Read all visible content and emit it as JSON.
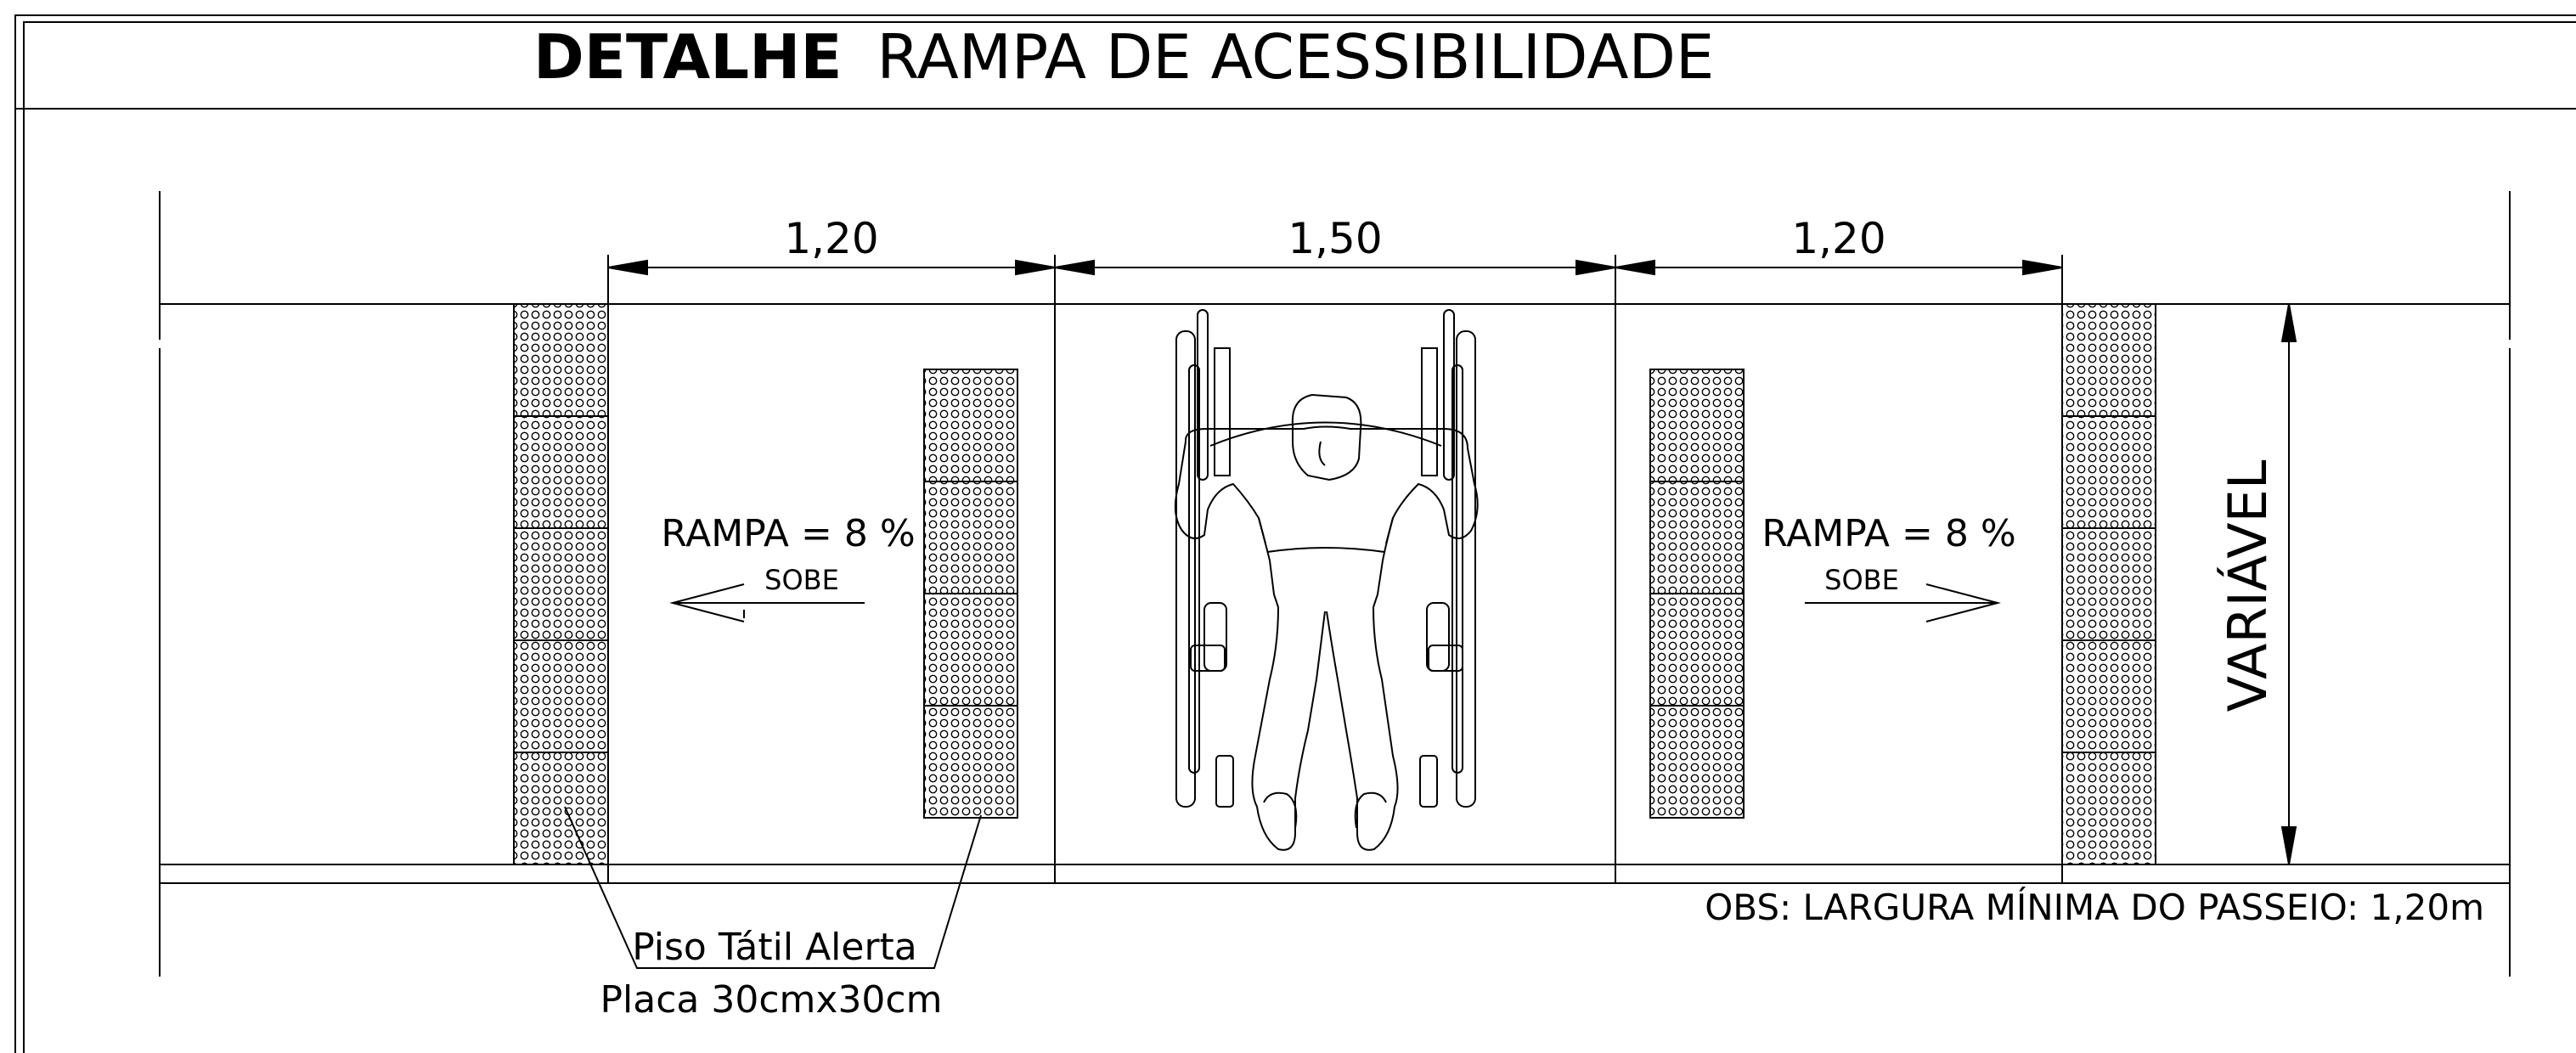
{
  "title": {
    "bold": "DETALHE",
    "rest": "RAMPA DE ACESSIBILIDADE"
  },
  "dimensions": {
    "left": "1,20",
    "middle": "1,50",
    "right": "1,20",
    "vertical": "VARIÁVEL"
  },
  "ramps": {
    "left": {
      "slope": "RAMPA = 8 %",
      "direction": "SOBE"
    },
    "right": {
      "slope": "RAMPA = 8 %",
      "direction": "SOBE"
    }
  },
  "tactile_callout": {
    "line1": "Piso Tátil Alerta",
    "line2": "Placa 30cmx30cm"
  },
  "note": "OBS:  LARGURA MÍNIMA DO PASSEIO: 1,20m",
  "icons": {
    "wheelchair": "wheelchair-user-icon",
    "arrow_left": "arrow-left-icon",
    "arrow_right": "arrow-right-icon"
  }
}
